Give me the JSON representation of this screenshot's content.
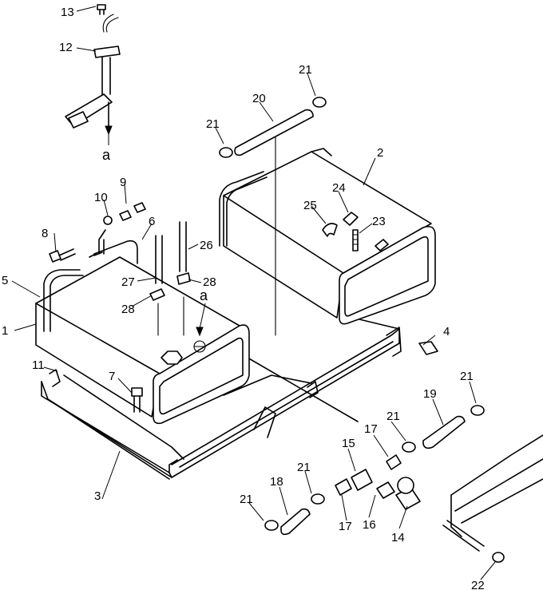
{
  "diagram": {
    "callouts": [
      {
        "id": "c1",
        "text": "1"
      },
      {
        "id": "c2",
        "text": "2"
      },
      {
        "id": "c3",
        "text": "3"
      },
      {
        "id": "c4",
        "text": "4"
      },
      {
        "id": "c5",
        "text": "5"
      },
      {
        "id": "c6",
        "text": "6"
      },
      {
        "id": "c7",
        "text": "7"
      },
      {
        "id": "c8",
        "text": "8"
      },
      {
        "id": "c9",
        "text": "9"
      },
      {
        "id": "c10",
        "text": "10"
      },
      {
        "id": "c11",
        "text": "11"
      },
      {
        "id": "c12",
        "text": "12"
      },
      {
        "id": "c13",
        "text": "13"
      },
      {
        "id": "c14",
        "text": "14"
      },
      {
        "id": "c15",
        "text": "15"
      },
      {
        "id": "c16",
        "text": "16"
      },
      {
        "id": "c17a",
        "text": "17"
      },
      {
        "id": "c17b",
        "text": "17"
      },
      {
        "id": "c18",
        "text": "18"
      },
      {
        "id": "c19",
        "text": "19"
      },
      {
        "id": "c20",
        "text": "20"
      },
      {
        "id": "c21a",
        "text": "21"
      },
      {
        "id": "c21b",
        "text": "21"
      },
      {
        "id": "c21c",
        "text": "21"
      },
      {
        "id": "c21d",
        "text": "21"
      },
      {
        "id": "c21e",
        "text": "21"
      },
      {
        "id": "c21f",
        "text": "21"
      },
      {
        "id": "c22",
        "text": "22"
      },
      {
        "id": "c23",
        "text": "23"
      },
      {
        "id": "c24",
        "text": "24"
      },
      {
        "id": "c25",
        "text": "25"
      },
      {
        "id": "c26",
        "text": "26"
      },
      {
        "id": "c27",
        "text": "27"
      },
      {
        "id": "c28a",
        "text": "28"
      },
      {
        "id": "c28b",
        "text": "28"
      }
    ],
    "detail_marks": [
      {
        "id": "a1",
        "text": "a"
      },
      {
        "id": "a2",
        "text": "a"
      }
    ]
  }
}
